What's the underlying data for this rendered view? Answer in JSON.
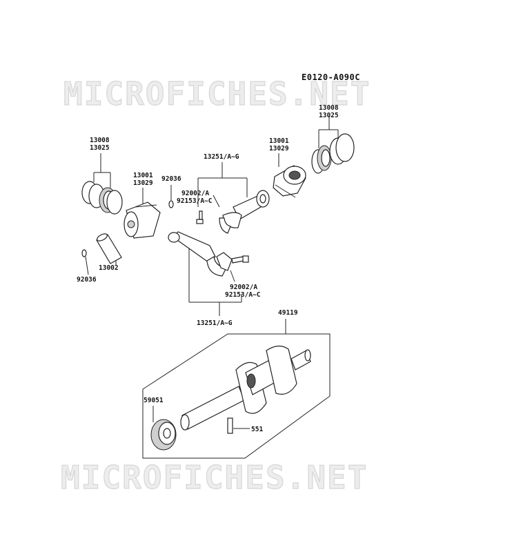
{
  "diagram": {
    "code": "E0120-A090C",
    "watermark_top": "MICROFICHES.NET",
    "watermark_bottom": "MICROFICHES.NET",
    "labels": {
      "rings_left_a": "13008",
      "rings_left_b": "13025",
      "piston_left_a": "13001",
      "piston_left_b": "13029",
      "clip_upper_left": "92036",
      "pin_left": "13002",
      "clip_lower_left": "92036",
      "rod_upper": "13251/A~G",
      "bolt_upper_a": "92002/A",
      "bolt_upper_b": "92153/A~C",
      "piston_right_a": "13001",
      "piston_right_b": "13029",
      "rings_right_a": "13008",
      "rings_right_b": "13025",
      "bolt_lower_a": "92002/A",
      "bolt_lower_b": "92153/A~C",
      "rod_lower": "13251/A~G",
      "crankshaft": "49119",
      "gear": "59051",
      "key": "551"
    }
  }
}
